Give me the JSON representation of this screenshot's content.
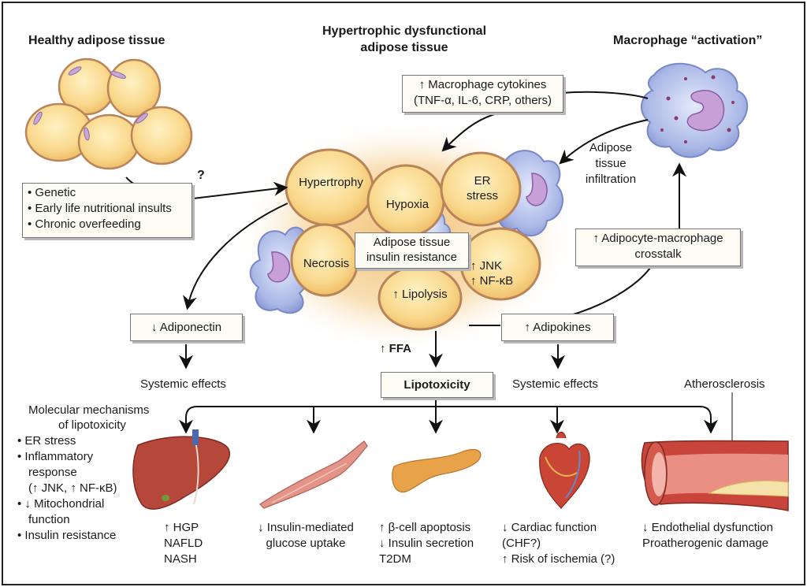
{
  "headers": {
    "healthy": "Healthy adipose tissue",
    "hypertrophic": [
      "Hypertrophic dysfunctional",
      "adipose tissue"
    ],
    "macrophage": "Macrophage “activation”"
  },
  "question_mark": "?",
  "causes": [
    "• Genetic",
    "• Early life nutritional insults",
    "• Chronic overfeeding"
  ],
  "cytokines_box": [
    "↑ Macrophage cytokines",
    "(TNF-α, IL-6, CRP, others)"
  ],
  "infiltration": [
    "Adipose",
    "tissue",
    "infiltration"
  ],
  "cells": {
    "hypertrophy": "Hypertrophy",
    "hypoxia": "Hypoxia",
    "er_stress": [
      "ER",
      "stress"
    ],
    "necrosis": "Necrosis",
    "insulin_resistance": [
      "Adipose tissue",
      "insulin resistance"
    ],
    "jnk": [
      "↑ JNK",
      "↑ NF-κB"
    ],
    "lipolysis": "↑ Lipolysis"
  },
  "crosstalk_box": [
    "↑ Adipocyte-macrophage",
    "crosstalk"
  ],
  "adiponectin_box": "↓ Adiponectin",
  "adipokines_box": "↑ Adipokines",
  "ffa": [
    "↑ ",
    "FFA"
  ],
  "systemic_left": "Systemic effects",
  "systemic_right": "Systemic effects",
  "lipotoxicity": "Lipotoxicity",
  "atherosclerosis": "Atherosclerosis",
  "mechanisms": {
    "title": [
      "Molecular mechanisms",
      "of lipotoxicity"
    ],
    "items": [
      "• ER stress",
      "• Inflammatory",
      "response",
      "(↑ JNK, ↑ NF-κB)",
      "• ↓ Mitochondrial",
      "function",
      "• Insulin resistance"
    ]
  },
  "outcomes": {
    "liver": [
      "↑ HGP",
      "NAFLD",
      "NASH"
    ],
    "muscle": [
      "↓ Insulin-mediated",
      "glucose uptake"
    ],
    "pancreas": [
      "↑ β-cell apoptosis",
      "↓ Insulin secretion",
      "T2DM"
    ],
    "heart": [
      "↓ Cardiac function",
      "(CHF?)",
      "↑ Risk of ischemia (?)"
    ],
    "vessel": [
      "↓ Endothelial dysfunction",
      "Proatherogenic damage"
    ]
  },
  "colors": {
    "adipocyte_fill": "#f9d88c",
    "adipocyte_edge": "#b9845a",
    "macrophage": "#a9b7e4",
    "liver": "#b5473b",
    "muscle": "#e39488",
    "pancreas": "#e8a24a",
    "heart": "#c94637",
    "vessel": "#c9443a",
    "glow": "#f3c57a"
  }
}
